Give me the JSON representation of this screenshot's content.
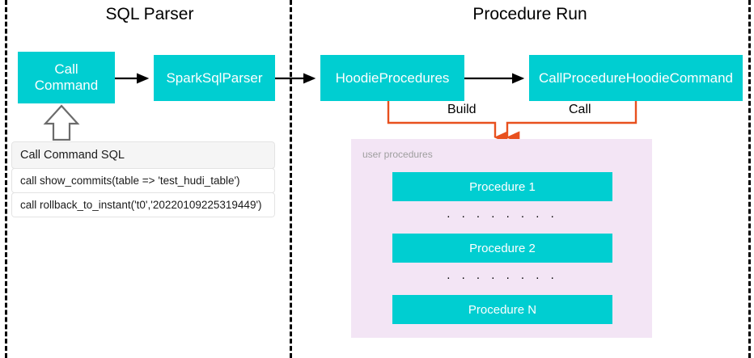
{
  "diagram": {
    "sections": [
      {
        "id": "sql-parser",
        "title": "SQL Parser"
      },
      {
        "id": "procedure-run",
        "title": "Procedure Run"
      }
    ],
    "nodes": {
      "call_command": "Call\nCommand",
      "call_command_line1": "Call",
      "call_command_line2": "Command",
      "spark_sql_parser": "SparkSqlParser",
      "hoodie_procedures": "HoodieProcedures",
      "call_procedure_hoodie_command": "CallProcedureHoodieCommand"
    },
    "edge_labels": {
      "build": "Build",
      "call": "Call"
    },
    "sql_table": {
      "header": "Call Command SQL",
      "rows": [
        "call show_commits(table => 'test_hudi_table')",
        "call rollback_to_instant('t0','20220109225319449')"
      ]
    },
    "procedures_panel": {
      "label": "user procedures",
      "items": [
        {
          "name": "Procedure 1"
        },
        {
          "name": "Procedure 2"
        },
        {
          "name": "Procedure N"
        }
      ],
      "ellipsis": ". . . . . . . ."
    },
    "colors": {
      "node_fill": "#00CED1",
      "node_text": "#FFFFFF",
      "panel_fill": "#F3E5F5",
      "panel_label": "#9E9E9E",
      "edge_orange": "#E8501E",
      "edge_black": "#000000",
      "divider": "#000000",
      "background": "#FFFFFF"
    }
  }
}
